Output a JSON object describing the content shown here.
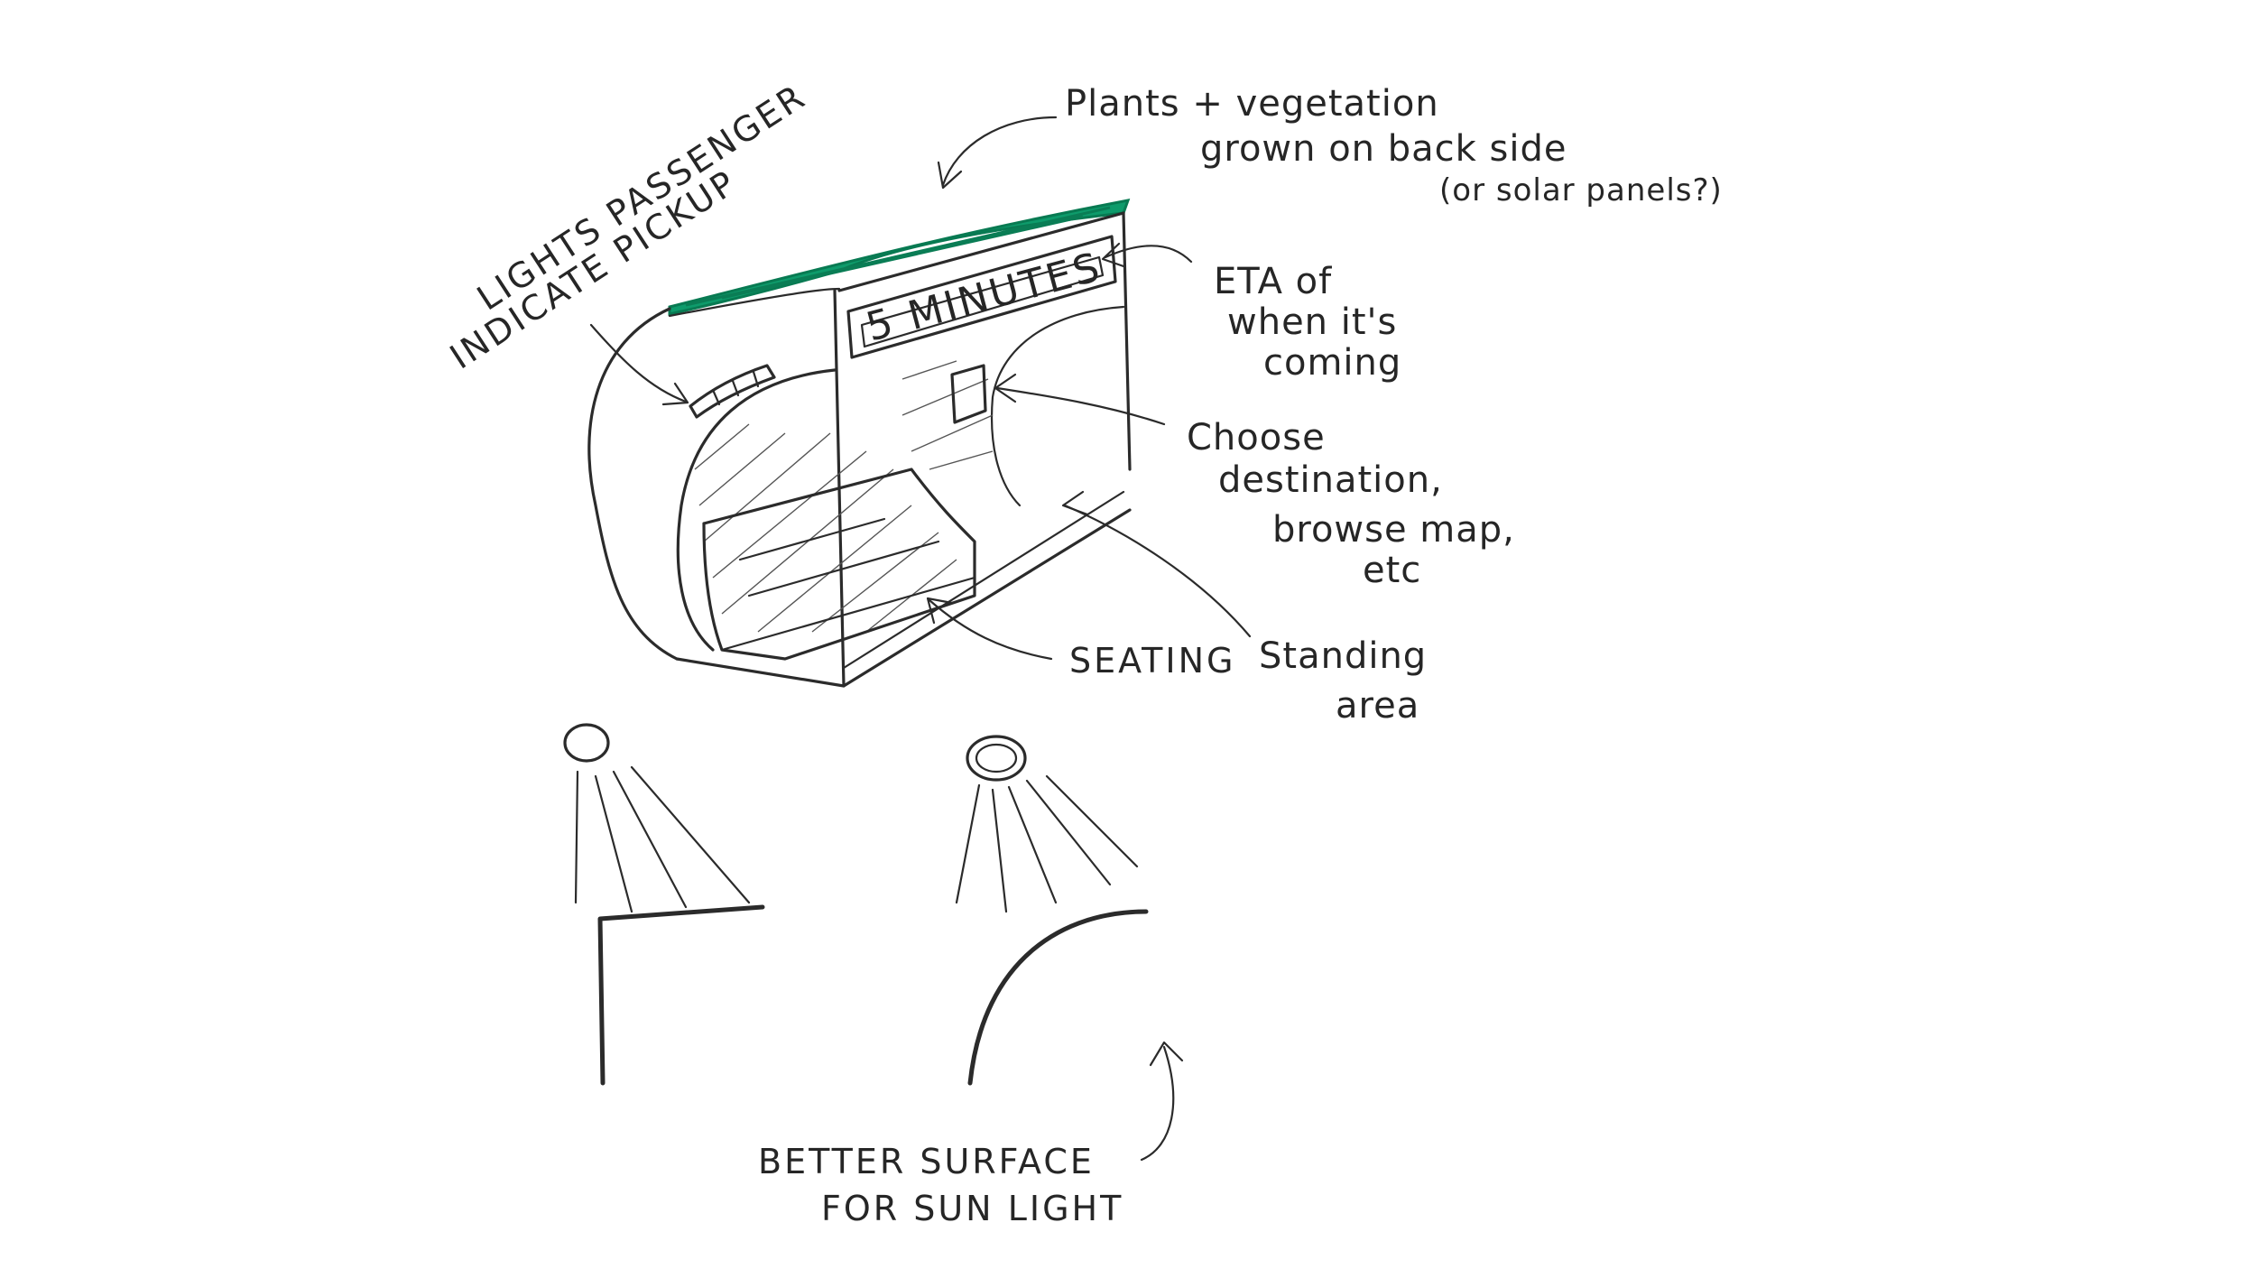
{
  "colors": {
    "ink": "#2b2b2b",
    "roof_green": "#0e9b6b",
    "roof_green_dark": "#087a52",
    "paper": "#ffffff"
  },
  "shelter": {
    "display_text": "5 MINUTES"
  },
  "annotations": {
    "plants_line1": "Plants + vegetation",
    "plants_line2": "grown on back side",
    "plants_line3": "(or solar panels?)",
    "lights_line1": "LIGHTS PASSENGER",
    "lights_line2": "INDICATE PICKUP",
    "eta_line1": "ETA of",
    "eta_line2": "when it's",
    "eta_line3": "coming",
    "choose_line1": "Choose",
    "choose_line2": "destination,",
    "choose_line3": "browse map,",
    "choose_line4": "etc",
    "seating": "SEATING",
    "standing_line1": "Standing",
    "standing_line2": "area",
    "surface_line1": "BETTER SURFACE",
    "surface_line2": "FOR SUN LIGHT"
  }
}
